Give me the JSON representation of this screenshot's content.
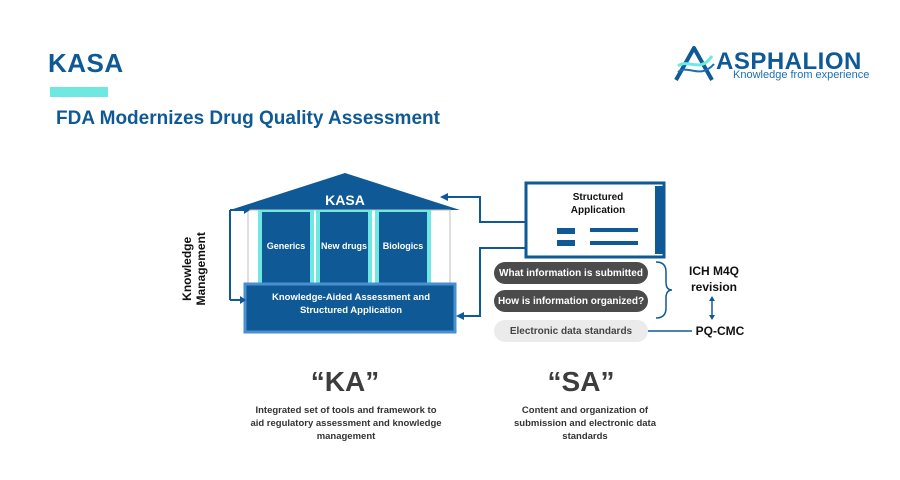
{
  "header": {
    "title": "KASA",
    "subtitle": "FDA Modernizes Drug Quality Assessment"
  },
  "logo": {
    "name": "ASPHALION",
    "tagline": "Knowledge from experience"
  },
  "temple": {
    "roof_label": "KASA",
    "columns": [
      "Generics",
      "New drugs",
      "Biologics"
    ],
    "base_label": "Knowledge-Aided Assessment and Structured Application",
    "side_label": "Knowledge Management"
  },
  "application": {
    "title": "Structured Application"
  },
  "pills": [
    {
      "text": "What information is submitted",
      "style": "dark"
    },
    {
      "text": "How is information organized?",
      "style": "dark"
    },
    {
      "text": "Electronic data standards",
      "style": "light"
    }
  ],
  "right_labels": {
    "ich": "ICH M4Q revision",
    "pq": "PQ-CMC"
  },
  "ka": {
    "big": "“KA”",
    "desc": "Integrated set of tools and framework to aid regulatory assessment and knowledge management"
  },
  "sa": {
    "big": "“SA”",
    "desc": "Content and organization of submission and electronic data standards"
  },
  "colors": {
    "brand_blue": "#0f5a96",
    "accent_teal": "#6ee8e0",
    "pill_dark": "#4b4b4b",
    "pill_light": "#ebebeb"
  }
}
